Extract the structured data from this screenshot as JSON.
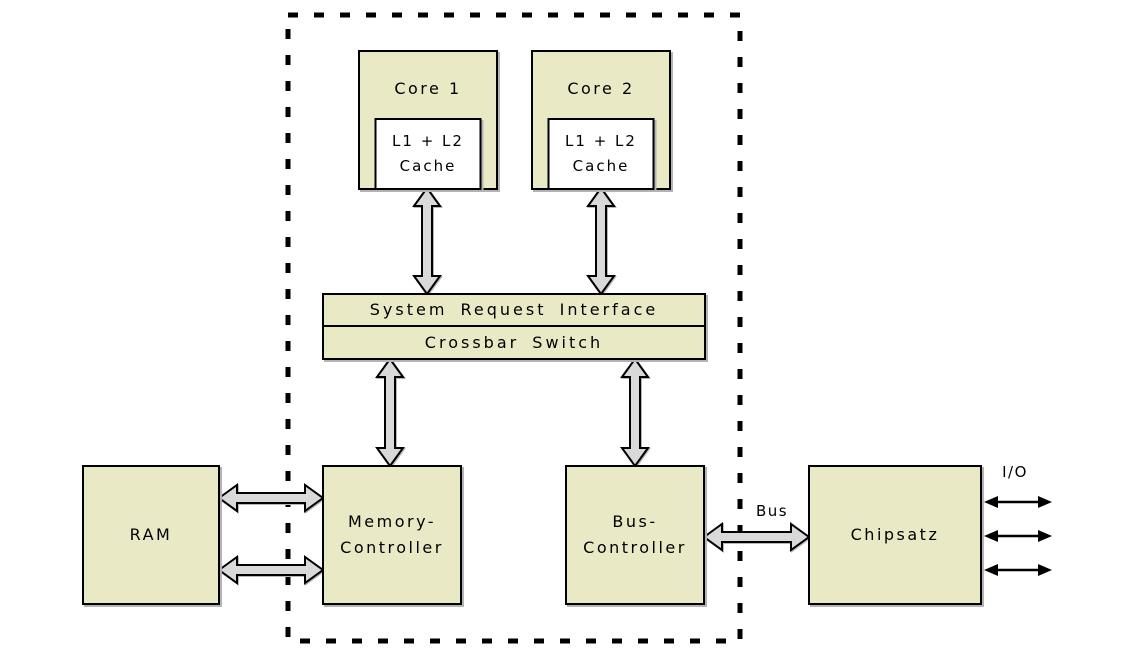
{
  "diagram": {
    "boxes": {
      "core1": {
        "title": "Core 1",
        "cache_line1": "L1 + L2",
        "cache_line2": "Cache"
      },
      "core2": {
        "title": "Core 2",
        "cache_line1": "L1 + L2",
        "cache_line2": "Cache"
      },
      "sri": {
        "label": "System Request Interface"
      },
      "crossbar": {
        "label": "Crossbar Switch"
      },
      "ram": {
        "label": "RAM"
      },
      "memory_controller": {
        "line1": "Memory-",
        "line2": "Controller"
      },
      "bus_controller": {
        "line1": "Bus-",
        "line2": "Controller"
      },
      "chipset": {
        "label": "Chipsatz"
      }
    },
    "labels": {
      "bus": "Bus",
      "io": "I/O"
    },
    "colors": {
      "box_fill": "#e9e9c6",
      "arrow_fill": "#d9d9d9",
      "line": "#000000",
      "shadow": "#b3b3b3",
      "background": "#ffffff"
    },
    "connections": [
      {
        "from": "Core 1 L1+L2 Cache",
        "to": "System Request Interface",
        "type": "bidirectional-thick"
      },
      {
        "from": "Core 2 L1+L2 Cache",
        "to": "System Request Interface",
        "type": "bidirectional-thick"
      },
      {
        "from": "Crossbar Switch",
        "to": "Memory-Controller",
        "type": "bidirectional-thick"
      },
      {
        "from": "Crossbar Switch",
        "to": "Bus-Controller",
        "type": "bidirectional-thick"
      },
      {
        "from": "RAM",
        "to": "Memory-Controller",
        "type": "bidirectional-thick",
        "count": 2
      },
      {
        "from": "Bus-Controller",
        "to": "Chipsatz",
        "type": "bidirectional-thick",
        "label": "Bus"
      },
      {
        "from": "Chipsatz",
        "to": "I/O",
        "type": "bidirectional-thin",
        "count": 3
      }
    ]
  }
}
